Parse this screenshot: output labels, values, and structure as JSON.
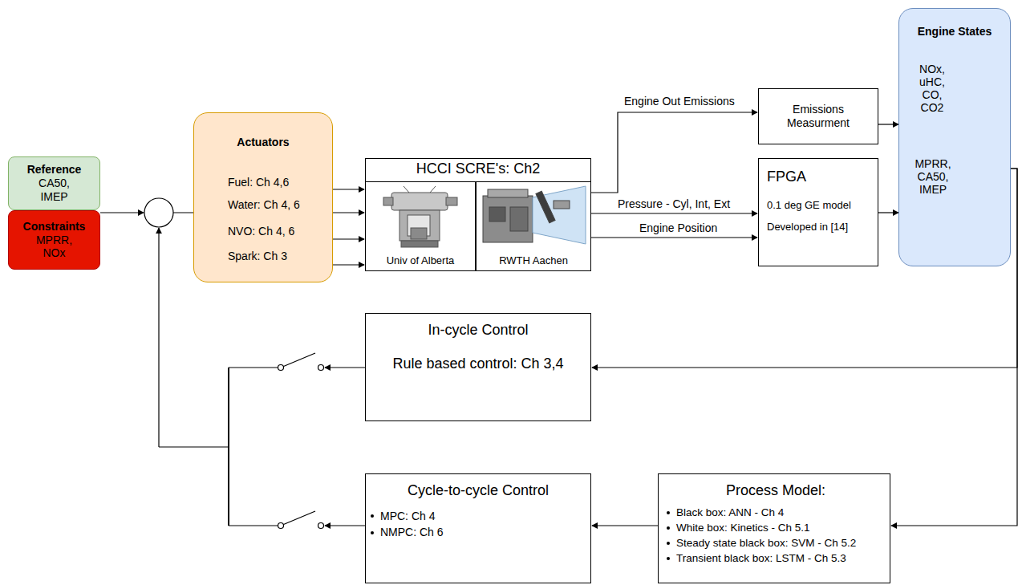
{
  "diagram": {
    "nodes": [
      {
        "text": [
          "Reference",
          "CA50, IMEP"
        ]
      },
      {
        "text": [
          "Constraints",
          "MPRR, NOx"
        ]
      },
      {
        "text": [
          "Actuators"
        ]
      },
      {
        "text": [
          "HCCI SCRE's: Ch2"
        ]
      },
      {
        "text": [
          "Univ of Alberta"
        ],
        "in": 3
      },
      {
        "text": [
          "RWTH Aachen"
        ],
        "in": 3
      },
      {
        "text": [
          "Emissions Measurment"
        ]
      },
      {
        "text": [
          "FPGA",
          "0.1 deg GE model",
          "Developed in [14]"
        ]
      },
      {
        "text": [
          "Engine States"
        ]
      },
      {
        "text": [
          "In-cycle Control",
          "Rule based control: Ch 3,4"
        ]
      },
      {
        "text": [
          "Cycle-to-cycle Control",
          "MPC: Ch 4",
          "NMPC: Ch 6"
        ]
      },
      {
        "text": [
          "Process Model:",
          "Black box: ANN - Ch 4",
          "White box: Kinetics - Ch 5.1",
          "Steady state black box: SVM - Ch 5.2",
          "Transient black box: LSTM - Ch 5.3"
        ]
      }
    ],
    "edges": [
      {
        "from": 3,
        "to": 6,
        "label": "Engine Out Emissions",
        "arrow": "to"
      },
      {
        "from": 3,
        "to": 7,
        "label": "Pressure - Cyl, Int, Ext",
        "arrow": "to"
      },
      {
        "from": 3,
        "to": 7,
        "label": "Engine Position",
        "arrow": "to"
      },
      {
        "from": 6,
        "to": 8,
        "arrow": "to"
      },
      {
        "from": 7,
        "to": 8,
        "arrow": "to"
      },
      {
        "from": 8,
        "to": 9,
        "arrow": "to"
      },
      {
        "from": 8,
        "to": 11,
        "arrow": "to"
      },
      {
        "from": 11,
        "to": 10,
        "arrow": "to"
      }
    ],
    "labels": [
      "Fuel: Ch 4,6",
      "Water: Ch 4, 6",
      "NVO: Ch 4, 6",
      "Spark: Ch 3",
      "NOx, uHC, CO, CO2",
      "MPRR, CA50, IMEP"
    ]
  }
}
